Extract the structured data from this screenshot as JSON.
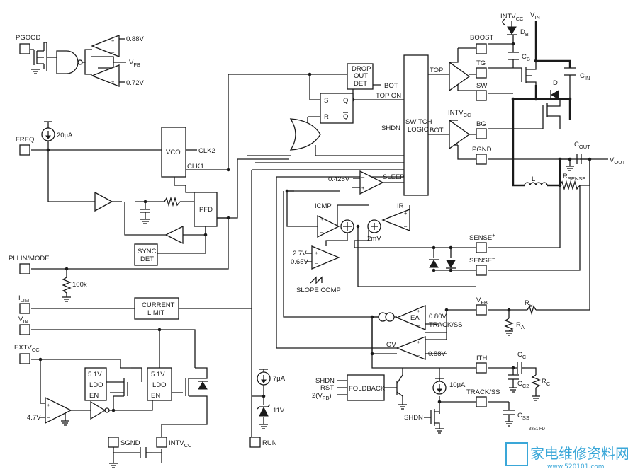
{
  "pins": {
    "pgood": "PGOOD",
    "freq": "FREQ",
    "pllin_mode": "PLLIN/MODE",
    "ilim": "I",
    "ilim_sub": "LIM",
    "vin_left": "V",
    "vin_left_sub": "IN",
    "extvcc": "EXTV",
    "extvcc_sub": "CC",
    "sgnd": "SGND",
    "intvcc_bottom": "INTV",
    "intvcc_bottom_sub": "CC",
    "run": "RUN",
    "boost": "BOOST",
    "tg": "TG",
    "sw": "SW",
    "intvcc_right": "INTV",
    "intvcc_right_sub": "CC",
    "bg": "BG",
    "pgnd": "PGND",
    "sense_plus": "SENSE",
    "sense_plus_sup": "+",
    "sense_minus": "SENSE",
    "sense_minus_sup": "–",
    "vfb": "V",
    "vfb_sub": "FB",
    "ith": "ITH",
    "track_ss": "TRACK/SS"
  },
  "blocks": {
    "vco": "VCO",
    "clk2": "CLK2",
    "clk1": "CLK1",
    "pfd": "PFD",
    "sync_det_1": "SYNC",
    "sync_det_2": "DET",
    "drop_out_1": "DROP",
    "drop_out_2": "OUT",
    "drop_out_3": "DET",
    "switch_logic_1": "SWITCH",
    "switch_logic_2": "LOGIC",
    "current_limit_1": "CURRENT",
    "current_limit_2": "LIMIT",
    "ldo": "5.1V",
    "ldo_2": "LDO",
    "ldo_en": "EN",
    "foldback": "FOLDBACK",
    "sr_s": "S",
    "sr_q": "Q",
    "sr_r": "R",
    "sr_qbar": "Q"
  },
  "labels": {
    "v088_top": "0.88V",
    "v072": "0.72V",
    "vfb_small": "V",
    "vfb_small_sub": "FB",
    "i20ua": "20µA",
    "r100k": "100k",
    "v0425": "0.425V",
    "sleep": "SLEEP",
    "icmp": "ICMP",
    "ir": "IR",
    "mv2": "2mV",
    "v27": "2.7V",
    "v065": "0.65V",
    "slope_comp": "SLOPE COMP",
    "shdn": "SHDN",
    "bot_mid": "BOT",
    "top_on": "TOP ON",
    "top": "TOP",
    "bot": "BOT",
    "ea": "EA",
    "v080": "0.80V",
    "track_ss_ea": "TRACK/SS",
    "ov": "OV",
    "v088": "0.88V",
    "v47": "4.7V",
    "i7ua": "7µA",
    "v11": "11V",
    "i10ua": "10µA",
    "shdn_fb": "SHDN",
    "rst_fb": "RST",
    "vfb_fb": "2(V",
    "vfb_fb_sub": "FB",
    "vfb_fb_close": ")",
    "shdn_bottom": "SHDN",
    "intvcc_top": "INTV",
    "intvcc_top_sub": "CC",
    "vin_top": "V",
    "vin_top_sub": "IN",
    "db": "D",
    "db_sub": "B",
    "cb": "C",
    "cb_sub": "B",
    "cin": "C",
    "cin_sub": "IN",
    "d": "D",
    "cout": "C",
    "cout_sub": "OUT",
    "vout": "V",
    "vout_sub": "OUT",
    "l": "L",
    "rsense": "R",
    "rsense_sub": "SENSE",
    "rb": "R",
    "rb_sub": "B",
    "ra": "R",
    "ra_sub": "A",
    "cc": "C",
    "cc_sub": "C",
    "cc2": "C",
    "cc2_sub": "C2",
    "rc": "R",
    "rc_sub": "C",
    "css": "C",
    "css_sub": "SS",
    "fig": "3851 FD"
  },
  "watermark": {
    "main": "家电维修资料网",
    "url": "www.520101.com"
  }
}
